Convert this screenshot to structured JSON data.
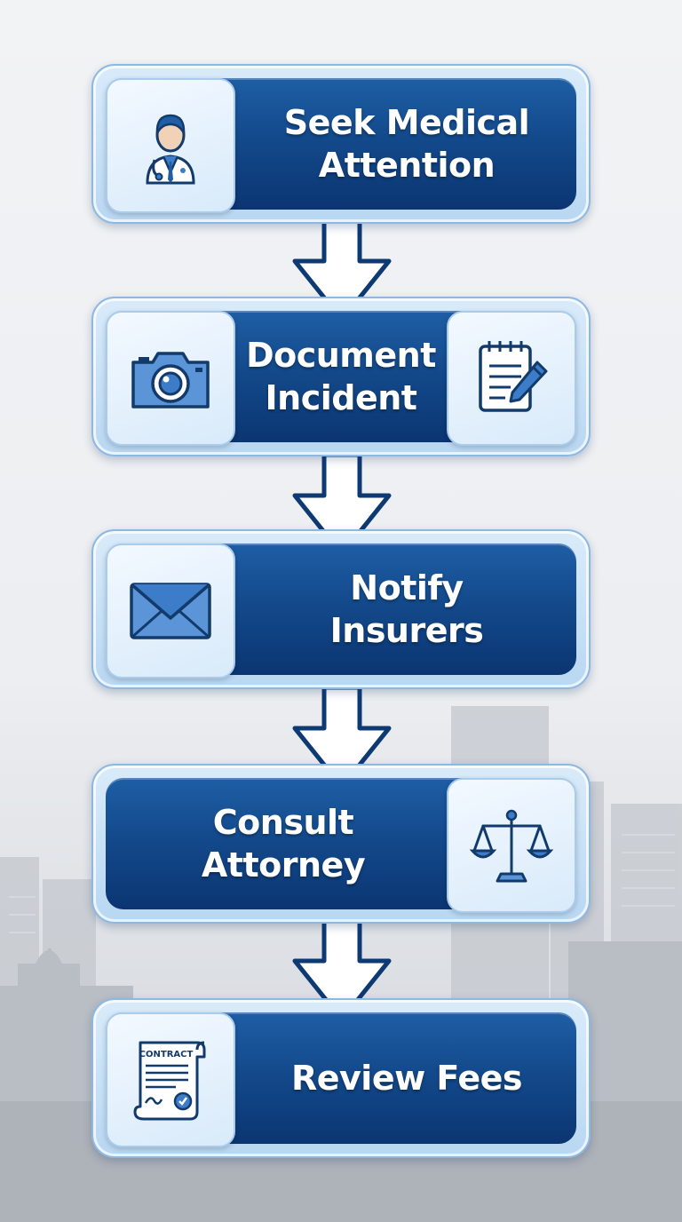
{
  "diagram": {
    "steps": [
      {
        "label_line1": "Seek Medical",
        "label_line2": "Attention",
        "icon": "doctor-icon"
      },
      {
        "label_line1": "Document",
        "label_line2": "Incident",
        "icon": "camera-icon",
        "icon_right": "notepad-pencil-icon"
      },
      {
        "label_line1": "Notify",
        "label_line2": "Insurers",
        "icon": "envelope-icon"
      },
      {
        "label_line1": "Consult",
        "label_line2": "Attorney",
        "icon": "scales-of-justice-icon"
      },
      {
        "label_line1": "Review Fees",
        "icon": "contract-icon"
      }
    ],
    "contract_icon_text": "CONTRACT"
  },
  "colors": {
    "step_fill": "#134a8c",
    "tile_fill": "#e6f2fc",
    "arrow_fill": "#ffffff",
    "arrow_outline": "#0e3a73",
    "icon_stroke": "#123a6b",
    "icon_accent": "#3d7cc9"
  }
}
